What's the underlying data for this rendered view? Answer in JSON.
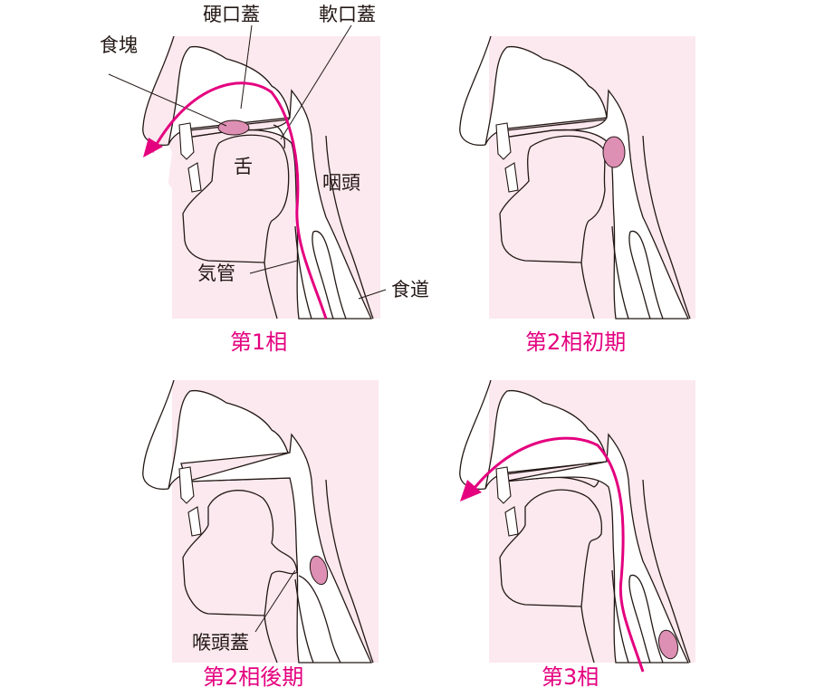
{
  "colors": {
    "background_tint": "#fbe9ef",
    "outline": "#231815",
    "accent": "#e4007f",
    "bolus": "#de8fb4"
  },
  "panels": [
    {
      "caption": "第1相",
      "labels": {
        "bolus": "食塊",
        "hard_palate": "硬口蓋",
        "soft_palate": "軟口蓋",
        "tongue": "舌",
        "pharynx": "咽頭",
        "trachea": "気管",
        "esophagus": "食道"
      }
    },
    {
      "caption": "第2相初期"
    },
    {
      "caption": "第2相後期",
      "labels": {
        "epiglottis": "喉頭蓋"
      }
    },
    {
      "caption": "第3相"
    }
  ]
}
